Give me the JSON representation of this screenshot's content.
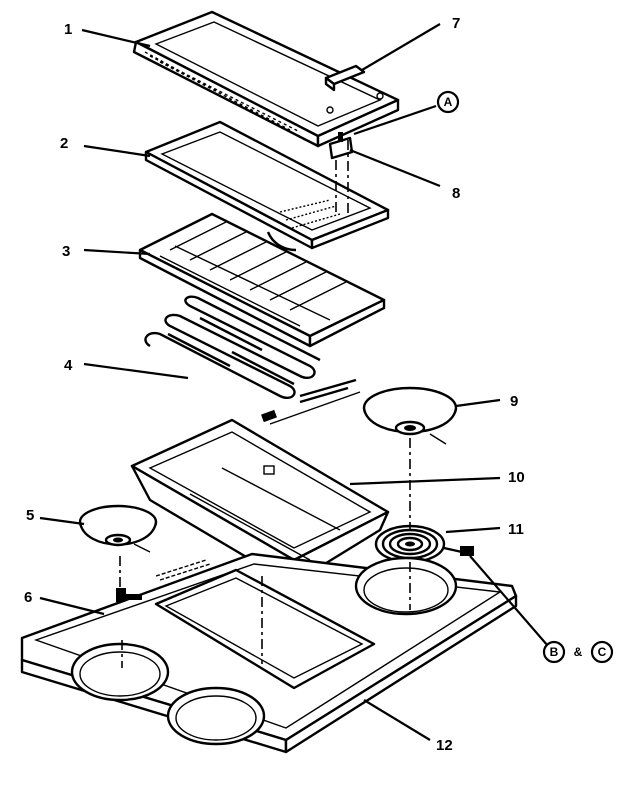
{
  "diagram": {
    "part_labels": {
      "p1": "1",
      "p2": "2",
      "p3": "3",
      "p4": "4",
      "p5": "5",
      "p6": "6",
      "p7": "7",
      "p8": "8",
      "p9": "9",
      "p10": "10",
      "p11": "11",
      "p12": "12"
    },
    "callouts": {
      "a": "A",
      "b": "B",
      "c": "C",
      "amp": "&"
    }
  }
}
